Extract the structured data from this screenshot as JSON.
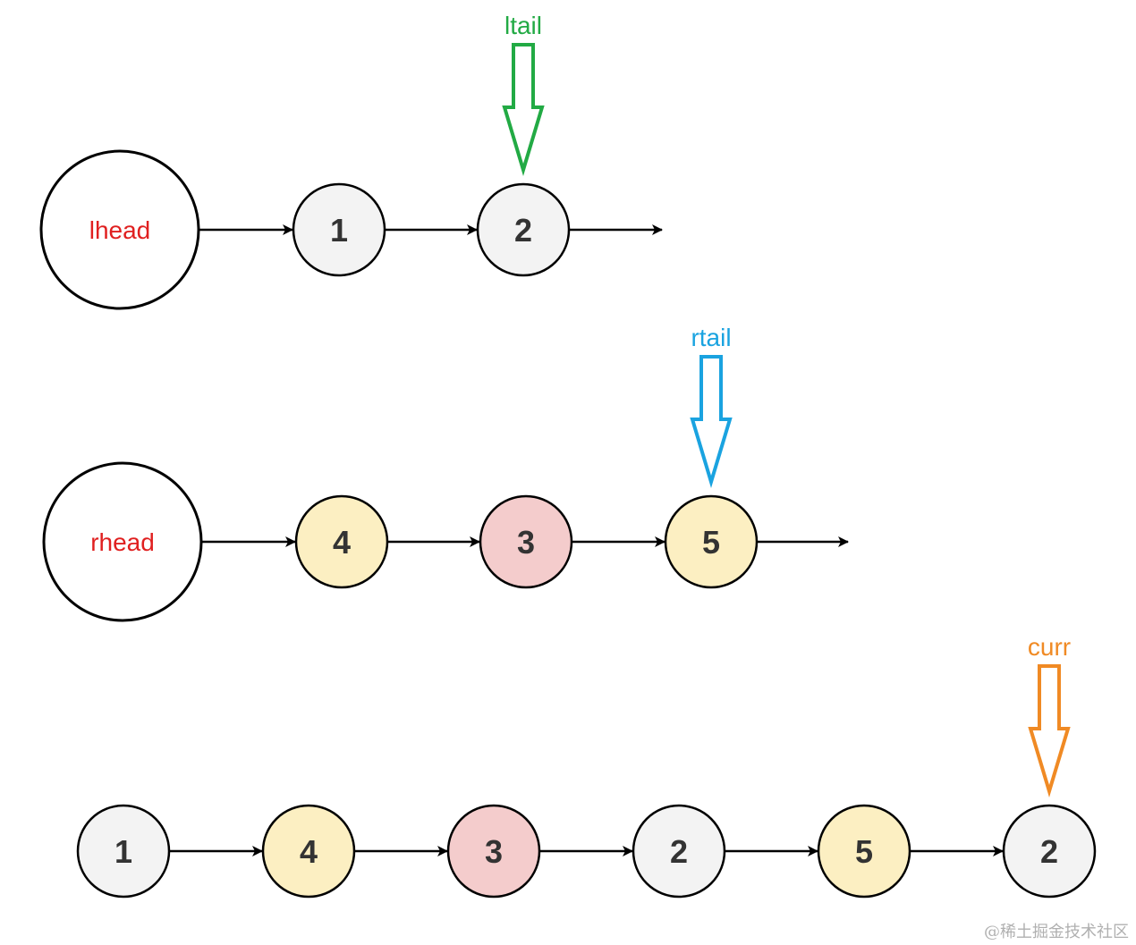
{
  "colors": {
    "stroke": "#000000",
    "node_gray": "#f3f3f3",
    "node_yellow": "#fcefc2",
    "node_red": "#f4cccc",
    "node_text": "#333333",
    "head_text": "#e02020",
    "ltail": "#22aa44",
    "rtail": "#1aa3e0",
    "curr": "#f08a24",
    "watermark": "#b0b0b0"
  },
  "rows": [
    {
      "head": "lhead",
      "nodes": [
        {
          "value": "1",
          "fill": "gray"
        },
        {
          "value": "2",
          "fill": "gray"
        }
      ],
      "pointer": {
        "label": "ltail",
        "target_index": 1,
        "color": "ltail"
      },
      "trailing_arrow": true
    },
    {
      "head": "rhead",
      "nodes": [
        {
          "value": "4",
          "fill": "yellow"
        },
        {
          "value": "3",
          "fill": "red"
        },
        {
          "value": "5",
          "fill": "yellow"
        }
      ],
      "pointer": {
        "label": "rtail",
        "target_index": 2,
        "color": "rtail"
      },
      "trailing_arrow": true
    },
    {
      "head": "",
      "nodes": [
        {
          "value": "1",
          "fill": "gray"
        },
        {
          "value": "4",
          "fill": "yellow"
        },
        {
          "value": "3",
          "fill": "red"
        },
        {
          "value": "2",
          "fill": "gray"
        },
        {
          "value": "5",
          "fill": "yellow"
        },
        {
          "value": "2",
          "fill": "gray"
        }
      ],
      "pointer": {
        "label": "curr",
        "target_index": 5,
        "color": "curr"
      },
      "trailing_arrow": false
    }
  ],
  "watermark": "@稀土掘金技术社区"
}
